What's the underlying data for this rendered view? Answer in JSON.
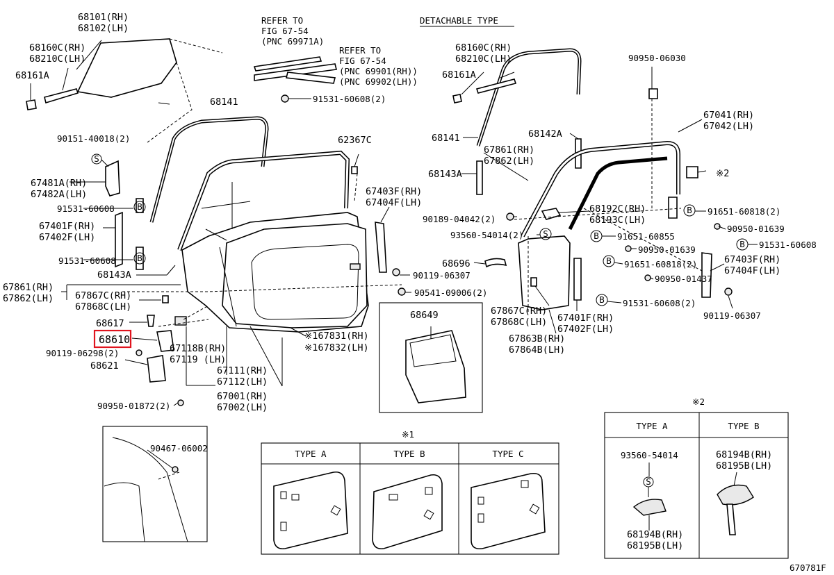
{
  "diagram_id": "670781F",
  "section_titles": {
    "detachable": "DETACHABLE TYPE",
    "mark1": "※1",
    "mark2": "※2",
    "typeA": "TYPE A",
    "typeB": "TYPE B",
    "typeC": "TYPE C"
  },
  "highlighted_part": "68610",
  "refer1": [
    "REFER TO",
    "FIG 67-54",
    "(PNC 69971A)"
  ],
  "refer2": [
    "REFER TO",
    "FIG 67-54",
    "(PNC 69901(RH))",
    "(PNC 69902(LH))"
  ],
  "left": {
    "p68101": [
      "68101(RH)",
      "68102(LH)"
    ],
    "p68160c": [
      "68160C(RH)",
      "68210C(LH)"
    ],
    "p68161a": "68161A",
    "p91531a": "91531-60608(2)",
    "p68141": "68141",
    "p90151": "90151-40018(2)",
    "p67481a": [
      "67481A(RH)",
      "67482A(LH)"
    ],
    "p91531b": "91531-60608",
    "p67401f": [
      "67401F(RH)",
      "67402F(LH)"
    ],
    "p91531c": "91531-60608",
    "p68143a": "68143A",
    "p67861": [
      "67861(RH)",
      "67862(LH)"
    ],
    "p67867c": [
      "67867C(RH)",
      "67868C(LH)"
    ],
    "p68617": "68617",
    "p68610": "68610",
    "p90119a": "90119-06298(2)",
    "p68621": "68621",
    "p67118b": [
      "67118B(RH)",
      "67119  (LH)"
    ],
    "p67111": [
      "67111(RH)",
      "67112(LH)"
    ],
    "p67001": [
      "67001(RH)",
      "67002(LH)"
    ],
    "p90950a": "90950-01872(2)",
    "p62367c": "62367C",
    "p67403f": [
      "67403F(RH)",
      "67404F(LH)"
    ],
    "p90119b": "90119-06307",
    "p90541": "90541-09006(2)",
    "p167831": [
      "※167831(RH)",
      "※167832(LH)"
    ],
    "p68649": "68649",
    "p90467": "90467-06002"
  },
  "right": {
    "p68160c": [
      "68160C(RH)",
      "68210C(LH)"
    ],
    "p68161a": "68161A",
    "p68141": "68141",
    "p68143a": "68143A",
    "p68142a": "68142A",
    "p67861": [
      "67861(RH)",
      "67862(LH)"
    ],
    "p90950a": "90950-06030",
    "p67041": [
      "67041(RH)",
      "67042(LH)"
    ],
    "p68192c": [
      "68192C(RH)",
      "68193C(LH)"
    ],
    "p91651a": "91651-60818(2)",
    "p90950b": "90950-01639",
    "p90189": "90189-04042(2)",
    "p93560": "93560-54014(2)",
    "p91651b": "91651-60855",
    "p90950c": "90950-01639",
    "p91531a": "91531-60608",
    "p68696": "68696",
    "p91651c": "91651-60818(2)",
    "p67403f": [
      "67403F(RH)",
      "67404F(LH)"
    ],
    "p90950d": "90950-01437",
    "p91531b": "91531-60608(2)",
    "p90119": "90119-06307",
    "p67867c": [
      "67867C(RH)",
      "67868C(LH)"
    ],
    "p67401f": [
      "67401F(RH)",
      "67402F(LH)"
    ],
    "p67863b": [
      "67863B(RH)",
      "67864B(LH)"
    ]
  },
  "type_box2": {
    "a_part": "93560-54014",
    "a_bottom": [
      "68194B(RH)",
      "68195B(LH)"
    ],
    "b_top": [
      "68194B(RH)",
      "68195B(LH)"
    ]
  },
  "marks": {
    "s": "S",
    "b": "B",
    "x2": "※2"
  }
}
